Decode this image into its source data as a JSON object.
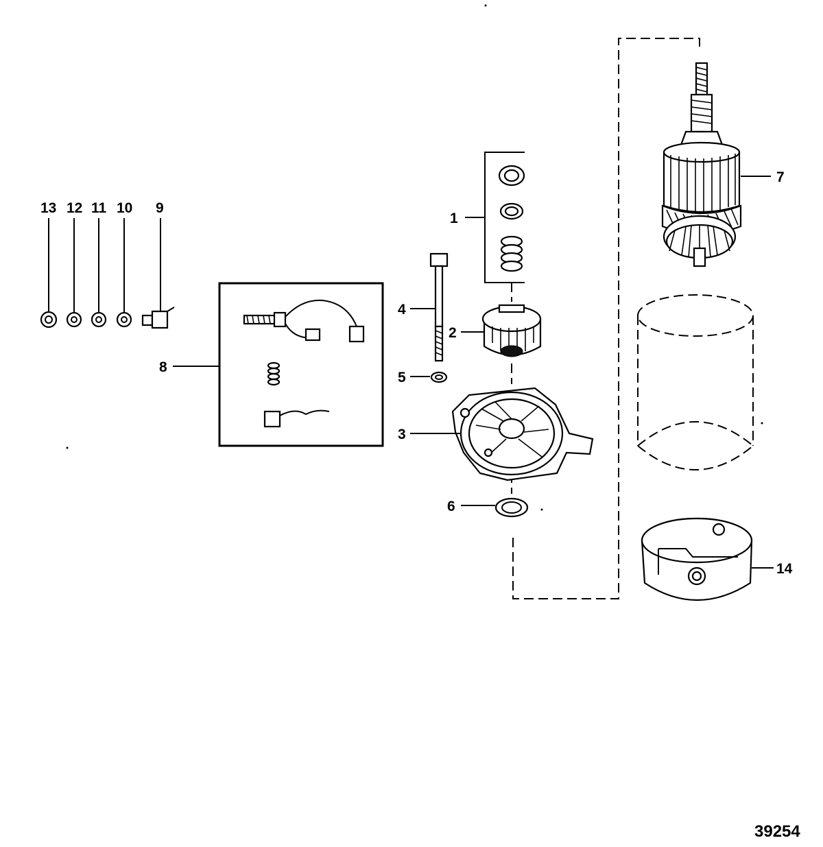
{
  "diagram": {
    "figure_number": "39254",
    "callouts": [
      {
        "id": "1",
        "label": "1"
      },
      {
        "id": "2",
        "label": "2"
      },
      {
        "id": "3",
        "label": "3"
      },
      {
        "id": "4",
        "label": "4"
      },
      {
        "id": "5",
        "label": "5"
      },
      {
        "id": "6",
        "label": "6"
      },
      {
        "id": "7",
        "label": "7"
      },
      {
        "id": "8",
        "label": "8"
      },
      {
        "id": "9",
        "label": "9"
      },
      {
        "id": "10",
        "label": "10"
      },
      {
        "id": "11",
        "label": "11"
      },
      {
        "id": "12",
        "label": "12"
      },
      {
        "id": "13",
        "label": "13"
      },
      {
        "id": "14",
        "label": "14"
      }
    ]
  }
}
